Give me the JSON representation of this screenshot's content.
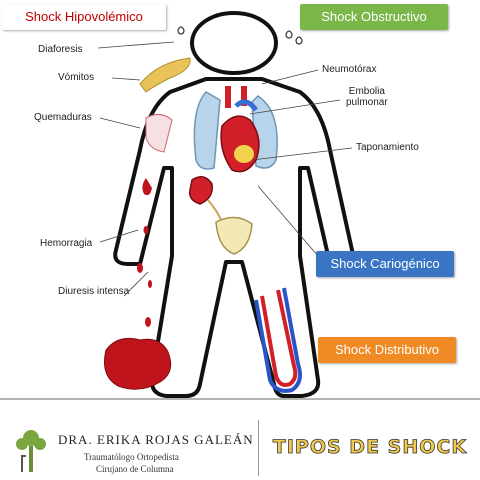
{
  "categories": {
    "hipovolemico": {
      "label": "Shock Hipovolémico",
      "text_color": "#c00000",
      "bg": "#ffffff"
    },
    "obstructivo": {
      "label": "Shock Obstructivo",
      "text_color": "#ffffff",
      "bg": "#7ab648"
    },
    "cariogenico": {
      "label": "Shock Cariogénico",
      "text_color": "#ffffff",
      "bg": "#3a74c4"
    },
    "distributivo": {
      "label": "Shock Distributivo",
      "text_color": "#ffffff",
      "bg": "#f08a24"
    }
  },
  "labels": {
    "diaforesis": "Diaforesis",
    "vomitos": "Vómitos",
    "quemaduras": "Quemaduras",
    "hemorragia": "Hemorragia",
    "diuresis": "Diuresis intensa",
    "neumotorax": "Neumotórax",
    "embolia_1": "Embolia",
    "embolia_2": "pulmonar",
    "taponamiento": "Taponamiento"
  },
  "footer": {
    "doctor": "DRA. ERIKA ROJAS GALEÁN",
    "specialty_1": "Traumatólogo Ortopedista",
    "specialty_2": "Cirujano de Columna",
    "title": "TIPOS DE SHOCK"
  },
  "icons": [
    "tree-logo-icon",
    "sweat-drops-icon",
    "blood-drops-icon"
  ],
  "colors": {
    "blood": "#c0141c",
    "lung": "#b8d4ea",
    "vein": "#2a55c8",
    "artery": "#d2202a",
    "vomit": "#e8c35a"
  }
}
